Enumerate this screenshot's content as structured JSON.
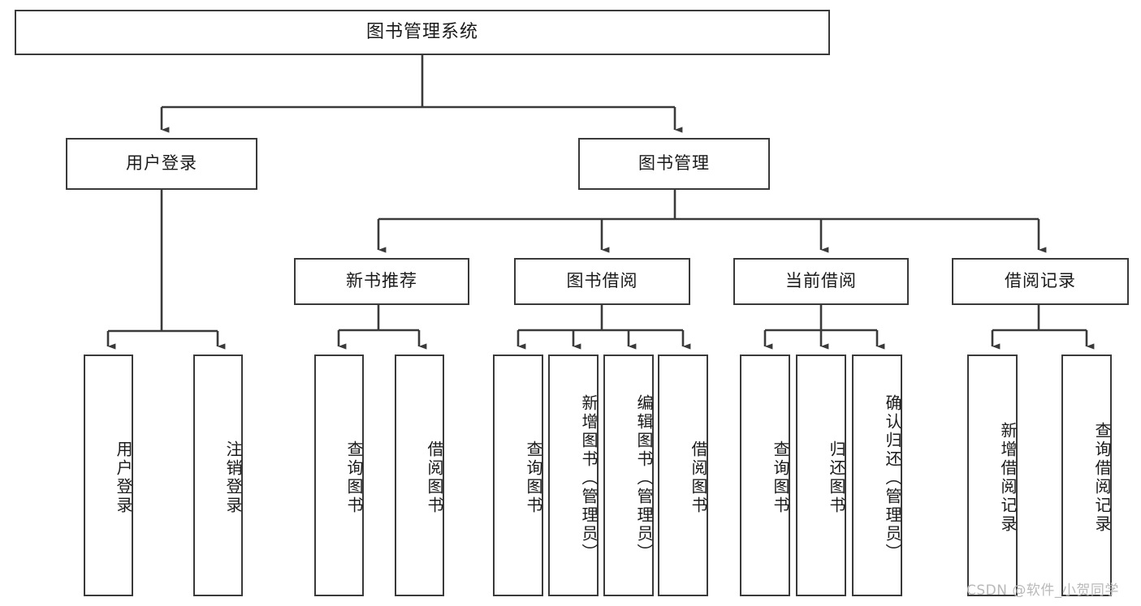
{
  "diagram": {
    "type": "tree",
    "title": "图书管理系统",
    "watermark": "CSDN @软件_小贺同学",
    "colors": {
      "background": "#ffffff",
      "stroke": "#3a3a3a",
      "text": "#1a1a1a",
      "watermark": "#b9b9b9"
    },
    "root": {
      "label": "图书管理系统"
    },
    "level2": [
      {
        "label": "用户登录"
      },
      {
        "label": "图书管理"
      }
    ],
    "level3": [
      {
        "label": "新书推荐"
      },
      {
        "label": "图书借阅"
      },
      {
        "label": "当前借阅"
      },
      {
        "label": "借阅记录"
      }
    ],
    "leaves": {
      "user_login": [
        {
          "label": "用户登录"
        },
        {
          "label": "注销登录"
        }
      ],
      "new_book": [
        {
          "label": "查询图书"
        },
        {
          "label": "借阅图书"
        }
      ],
      "book_borrow": [
        {
          "label": "查询图书"
        },
        {
          "label": "新增图书（管理员）"
        },
        {
          "label": "编辑图书（管理员）"
        },
        {
          "label": "借阅图书"
        }
      ],
      "current_borrow": [
        {
          "label": "查询图书"
        },
        {
          "label": "归还图书"
        },
        {
          "label": "确认归还（管理员）"
        }
      ],
      "borrow_record": [
        {
          "label": "新增借阅记录"
        },
        {
          "label": "查询借阅记录"
        }
      ]
    }
  }
}
